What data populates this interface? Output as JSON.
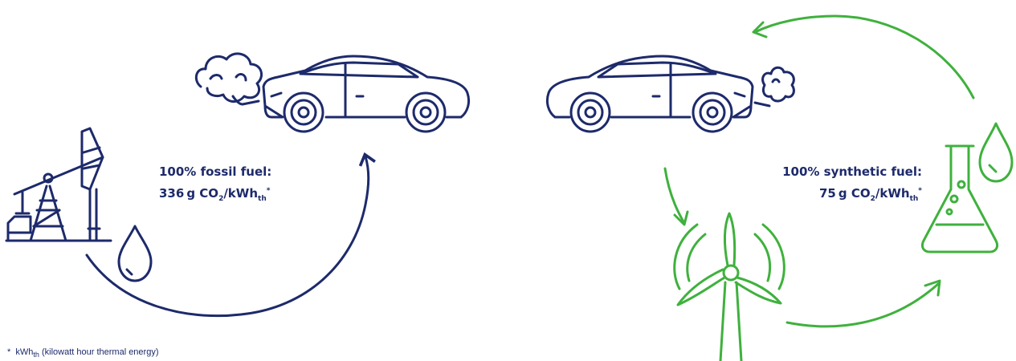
{
  "fossil": {
    "title": "100% fossil fuel:",
    "value": "336",
    "unit_g": "g",
    "co": "CO",
    "co_sub": "2",
    "kwh": "/kWh",
    "kwh_sub": "th",
    "star": "*"
  },
  "synthetic": {
    "title": "100% synthetic fuel:",
    "value": "75",
    "unit_g": "g",
    "co": "CO",
    "co_sub": "2",
    "kwh": "/kWh",
    "kwh_sub": "th",
    "star": "*"
  },
  "footnote": {
    "star": "*",
    "kwh": "kWh",
    "kwh_sub": "th",
    "text": "(kilowatt hour thermal energy)"
  },
  "colors": {
    "fossil": "#1d2a6b",
    "synthetic": "#3fb13d"
  },
  "icons": [
    "oil-pump-icon",
    "oil-drop-icon",
    "car-icon",
    "exhaust-cloud-icon",
    "wind-turbine-icon",
    "flask-icon",
    "fuel-drop-icon"
  ]
}
